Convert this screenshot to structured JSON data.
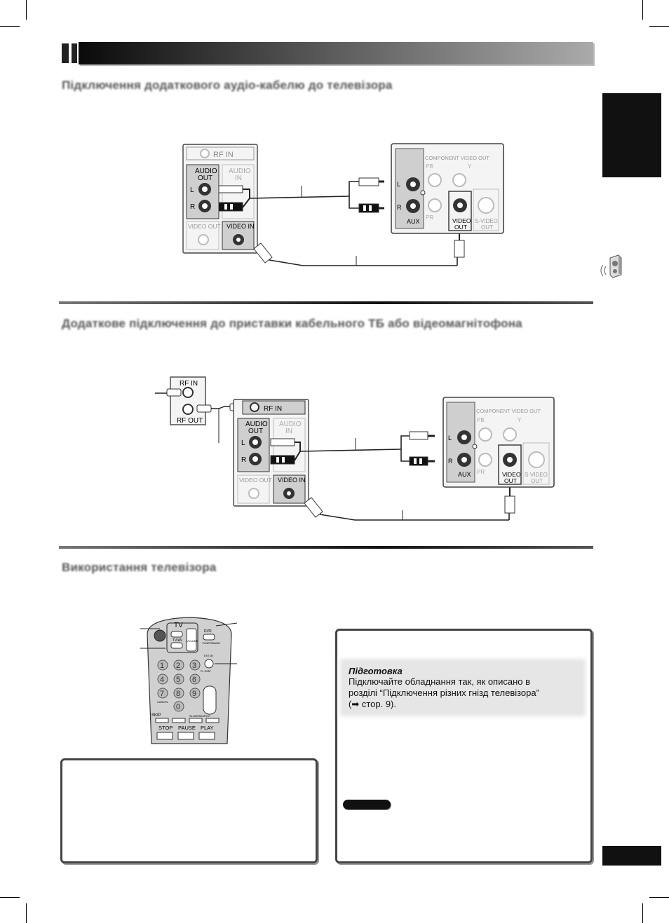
{
  "headings": {
    "section1": "Підключення додаткового аудіо-кабелю до телевізора",
    "section2": "Додаткове підключення до приставки кабельного ТБ або відеомагнітофона",
    "section3": "Використання телевізора"
  },
  "tv_panel": {
    "rf_in": "RF IN",
    "audio_out_line1": "AUDIO",
    "audio_out_line2": "OUT",
    "audio_in_line1": "AUDIO",
    "audio_in_line2": "IN",
    "left": "L",
    "right": "R",
    "video_out": "VIDEO OUT",
    "video_in": "VIDEO IN"
  },
  "unit_panel": {
    "component_video_out": "COMPONENT VIDEO OUT",
    "pb": "PB",
    "pr": "PR",
    "y": "Y",
    "l": "L",
    "r": "R",
    "aux": "AUX",
    "video_out_line1": "VIDEO",
    "video_out_line2": "OUT",
    "s_video_line1": "S-VIDEO",
    "s_video_line2": "OUT"
  },
  "cable_box": {
    "rf_in": "RF IN",
    "rf_out": "RF OUT"
  },
  "remote": {
    "tv": "TV",
    "tv_av": "TV/AV",
    "volume": "VOLUME",
    "dvd": "DVD",
    "tuner_band": "TUNER/BAND",
    "aux": "EXT-IN",
    "flipdisp": "FL DISP",
    "skip": "SKIP",
    "slow_search": "SLOW/SEARCH",
    "stop": "STOP",
    "pause": "PAUSE",
    "play": "PLAY",
    "cancel": "CANCEL",
    "numbers": [
      "1",
      "2",
      "3",
      "4",
      "5",
      "6",
      "7",
      "8",
      "9",
      "0"
    ]
  },
  "preparation": {
    "title": "Підготовка",
    "body": "Підключайте обладнання так, як описано в\nрозділі “Підключення різних гнізд телевізора”\n(➡ стор. 9)."
  }
}
